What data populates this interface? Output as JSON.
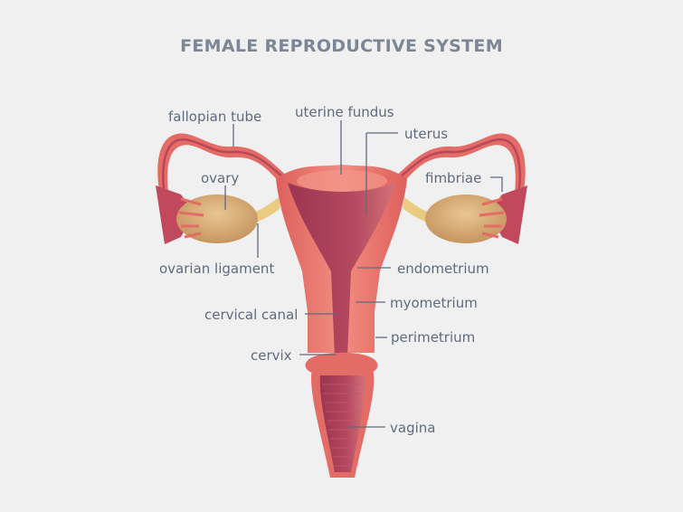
{
  "title": "FEMALE REPRODUCTIVE SYSTEM",
  "colors": {
    "background": "#f0f0f0",
    "title": "#7d8694",
    "label": "#5f6b7d",
    "leader_line": "#5f6b7d",
    "tissue": "#e8716a",
    "tissue_dark": "#b9465a",
    "lining": "#a93e58",
    "ovary": "#d9b07a",
    "ligament": "#eacb82"
  },
  "labels": {
    "fallopian_tube": "fallopian tube",
    "uterine_fundus": "uterine fundus",
    "uterus": "uterus",
    "ovary": "ovary",
    "fimbriae": "fimbriae",
    "ovarian_ligament": "ovarian ligament",
    "endometrium": "endometrium",
    "cervical_canal": "cervical canal",
    "myometrium": "myometrium",
    "perimetrium": "perimetrium",
    "cervix": "cervix",
    "vagina": "vagina"
  }
}
